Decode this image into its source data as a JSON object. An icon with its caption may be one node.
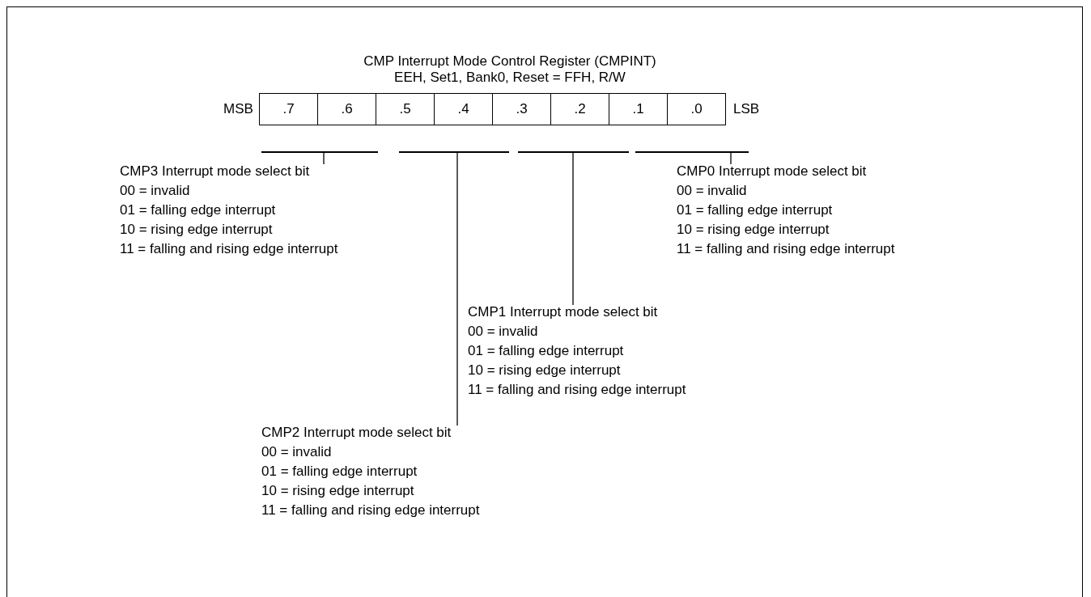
{
  "diagram": {
    "title": "CMP Interrupt Mode Control Register (CMPINT)",
    "nodes": [
      {
        "text": [
          ".7"
        ]
      },
      {
        "text": [
          ".6"
        ]
      },
      {
        "text": [
          ".5"
        ]
      },
      {
        "text": [
          ".4"
        ]
      },
      {
        "text": [
          ".3"
        ]
      },
      {
        "text": [
          ".2"
        ]
      },
      {
        "text": [
          ".1"
        ]
      },
      {
        "text": [
          ".0"
        ]
      },
      {
        "text": [],
        "shape": "bar"
      },
      {
        "text": [],
        "shape": "bar"
      },
      {
        "text": [],
        "shape": "bar"
      },
      {
        "text": [],
        "shape": "bar"
      },
      {
        "text": [
          "CMP3 Interrupt mode select bit",
          "00 = invalid",
          "01 = falling edge interrupt",
          "10 = rising edge interrupt",
          "11 = falling and rising edge interrupt"
        ]
      },
      {
        "text": [
          "CMP0 Interrupt mode select bit",
          "00 = invalid",
          "01 = falling edge interrupt",
          "10 = rising edge interrupt",
          "11 = falling and rising edge interrupt"
        ]
      },
      {
        "text": [
          "CMP1 Interrupt mode select bit",
          "00 = invalid",
          "01 = falling edge interrupt",
          "10 = rising edge interrupt",
          "11 = falling and rising edge interrupt"
        ]
      },
      {
        "text": [
          "CMP2 Interrupt mode select bit",
          "00 = invalid",
          "01 = falling edge interrupt",
          "10 = rising edge interrupt",
          "11 = falling and rising edge interrupt"
        ]
      }
    ],
    "edges": [
      {
        "from": 8,
        "to": 12,
        "arrow": "none"
      },
      {
        "from": 9,
        "to": 15,
        "arrow": "none"
      },
      {
        "from": 10,
        "to": 14,
        "arrow": "none"
      },
      {
        "from": 11,
        "to": 13,
        "arrow": "none"
      }
    ],
    "labels": [
      "EEH, Set1, Bank0, Reset = FFH, R/W",
      "MSB",
      "LSB"
    ]
  }
}
